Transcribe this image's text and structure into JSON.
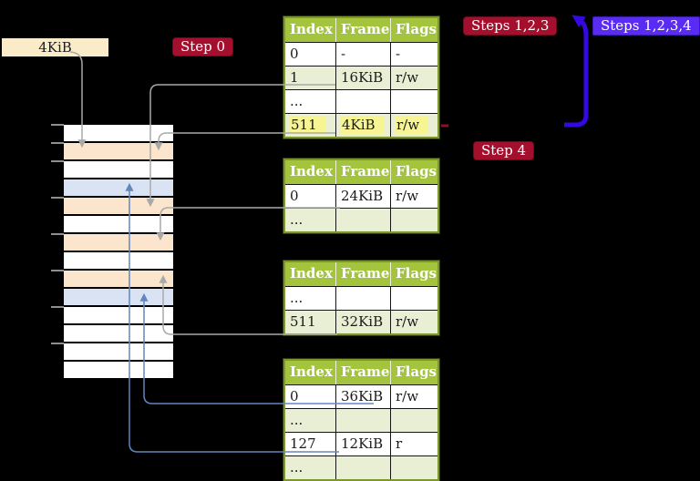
{
  "labels": {
    "page_size_box": "4KiB",
    "step0_badge": "Step 0",
    "steps123_badge": "Steps 1,2,3",
    "steps1234_badge": "Steps 1,2,3,4",
    "step4_badge": "Step 4"
  },
  "colors": {
    "badge_red": "#a50f2e",
    "badge_violet": "#5a2bf2",
    "table_header_green": "#a3c43c",
    "table_row_green": "#e9efd5",
    "table_border_olive": "#7d972c",
    "highlight_yellow": "#f7f593",
    "box_beige": "#fbecc9",
    "stack_peach": "#fce5cd",
    "stack_blue": "#dae3f3",
    "connector_gray": "#a9a9a9",
    "connector_blue": "#6286bd",
    "big_arrow_violet": "#3408e0"
  },
  "page_tables": [
    {
      "name": "level4-table",
      "columns": [
        "Index",
        "Frame",
        "Flags"
      ],
      "rows": [
        {
          "cells": [
            "0",
            "-",
            "-"
          ],
          "shaded": false,
          "highlight": false
        },
        {
          "cells": [
            "1",
            "16KiB",
            "r/w"
          ],
          "shaded": true,
          "highlight": false
        },
        {
          "cells": [
            "...",
            "",
            ""
          ],
          "shaded": false,
          "highlight": false
        },
        {
          "cells": [
            "511",
            "4KiB",
            "r/w"
          ],
          "shaded": true,
          "highlight": true
        }
      ]
    },
    {
      "name": "level3-table",
      "columns": [
        "Index",
        "Frame",
        "Flags"
      ],
      "rows": [
        {
          "cells": [
            "0",
            "24KiB",
            "r/w"
          ],
          "shaded": false,
          "highlight": false
        },
        {
          "cells": [
            "...",
            "",
            ""
          ],
          "shaded": true,
          "highlight": false
        }
      ]
    },
    {
      "name": "level2-table",
      "columns": [
        "Index",
        "Frame",
        "Flags"
      ],
      "rows": [
        {
          "cells": [
            "...",
            "",
            ""
          ],
          "shaded": false,
          "highlight": false
        },
        {
          "cells": [
            "511",
            "32KiB",
            "r/w"
          ],
          "shaded": true,
          "highlight": false
        }
      ]
    },
    {
      "name": "level1-table",
      "columns": [
        "Index",
        "Frame",
        "Flags"
      ],
      "rows": [
        {
          "cells": [
            "0",
            "36KiB",
            "r/w"
          ],
          "shaded": false,
          "highlight": false
        },
        {
          "cells": [
            "...",
            "",
            ""
          ],
          "shaded": true,
          "highlight": false
        },
        {
          "cells": [
            "127",
            "12KiB",
            "r"
          ],
          "shaded": false,
          "highlight": false
        },
        {
          "cells": [
            "...",
            "",
            ""
          ],
          "shaded": true,
          "highlight": false
        }
      ]
    }
  ],
  "memory_stack": {
    "row_colors": [
      "white",
      "peach",
      "white",
      "blue",
      "peach",
      "white",
      "peach",
      "white",
      "peach",
      "blue",
      "white",
      "white",
      "white",
      "white"
    ]
  }
}
